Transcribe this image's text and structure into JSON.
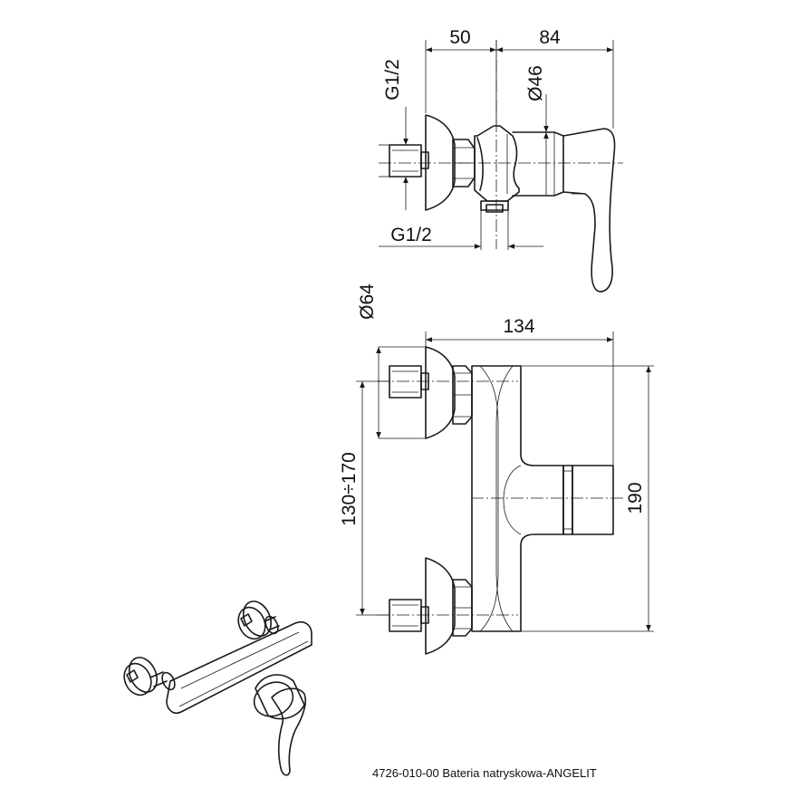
{
  "dimensions": {
    "top_view": {
      "depth_to_axis": "50",
      "lever_length": "84",
      "inlet_thread": "G1/2",
      "outlet_thread": "G1/2",
      "body_diameter": "Ø46"
    },
    "front_view": {
      "rosette_diameter": "Ø64",
      "total_width": "134",
      "spacing": "130÷170",
      "height": "190"
    }
  },
  "caption": "4726-010-00 Bateria natryskowa-ANGELIT"
}
